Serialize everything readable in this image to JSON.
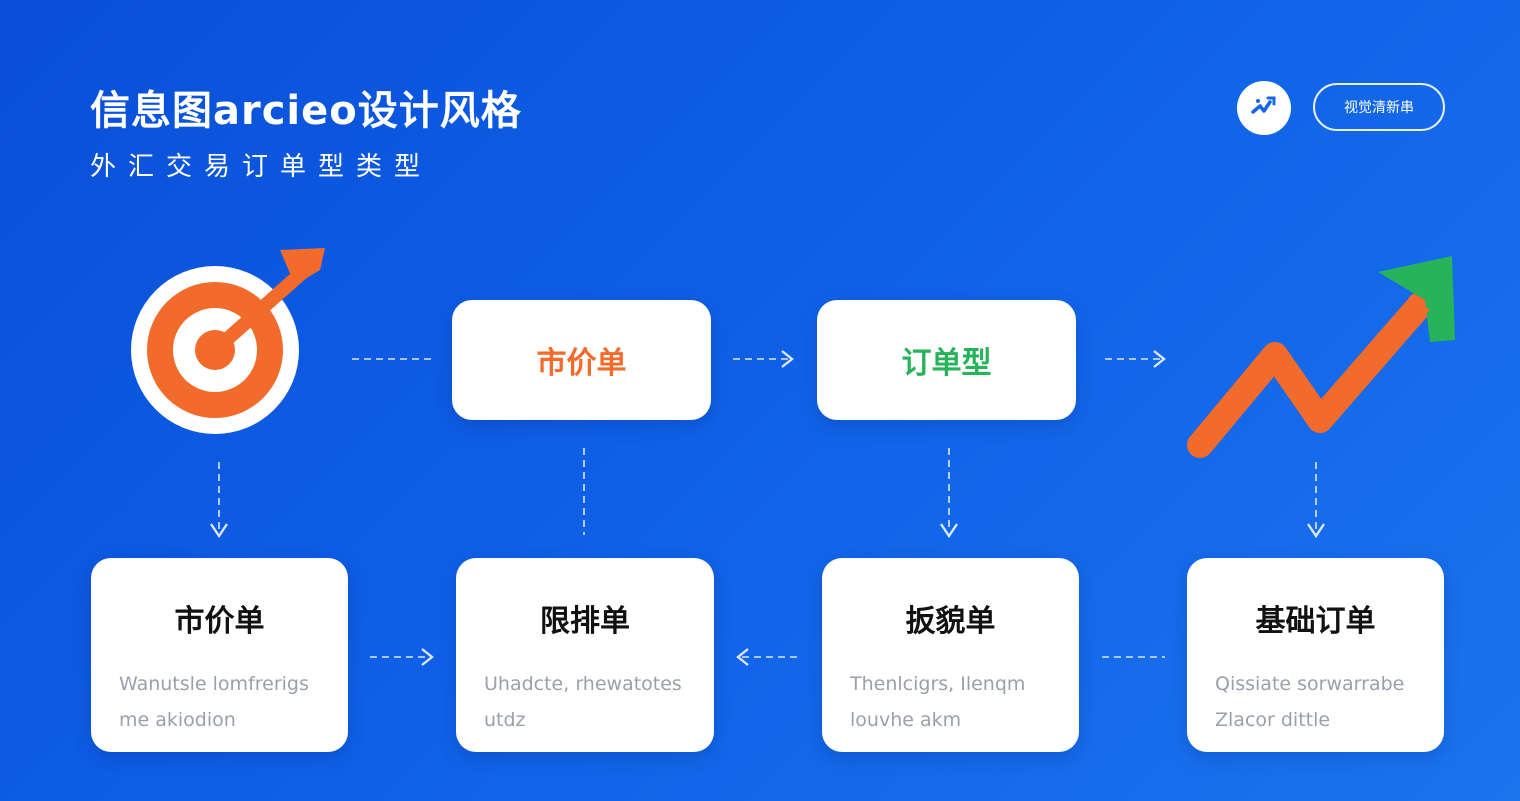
{
  "header": {
    "title": "信息图arcieo设计风格",
    "subtitle": "外汇交易订单型类型",
    "pill_label": "视觉清新串"
  },
  "icons": {
    "logo": "sparkle-icon",
    "left": "target-arrow-icon",
    "right": "growth-chart-icon"
  },
  "colors": {
    "background": "#0f5fe6",
    "orange": "#f26b2b",
    "green": "#26b35a",
    "card": "#ffffff"
  },
  "flow_top": [
    {
      "label": "市价单",
      "color": "#f26b2b"
    },
    {
      "label": "订单型",
      "color": "#26b35a"
    }
  ],
  "flow_bottom": [
    {
      "title": "市价单",
      "desc_line1": "Wanutsle lomfrerigs",
      "desc_line2": "me akiodion"
    },
    {
      "title": "限排单",
      "desc_line1": "Uhadcte, rhewatotes",
      "desc_line2": "utdz"
    },
    {
      "title": "扳貌单",
      "desc_line1": "Thenlcigrs, Ilenqm",
      "desc_line2": "louvhe akm"
    },
    {
      "title": "基础订单",
      "desc_line1": "Qissiate sorwarrabe",
      "desc_line2": "Zlacor dittle"
    }
  ]
}
